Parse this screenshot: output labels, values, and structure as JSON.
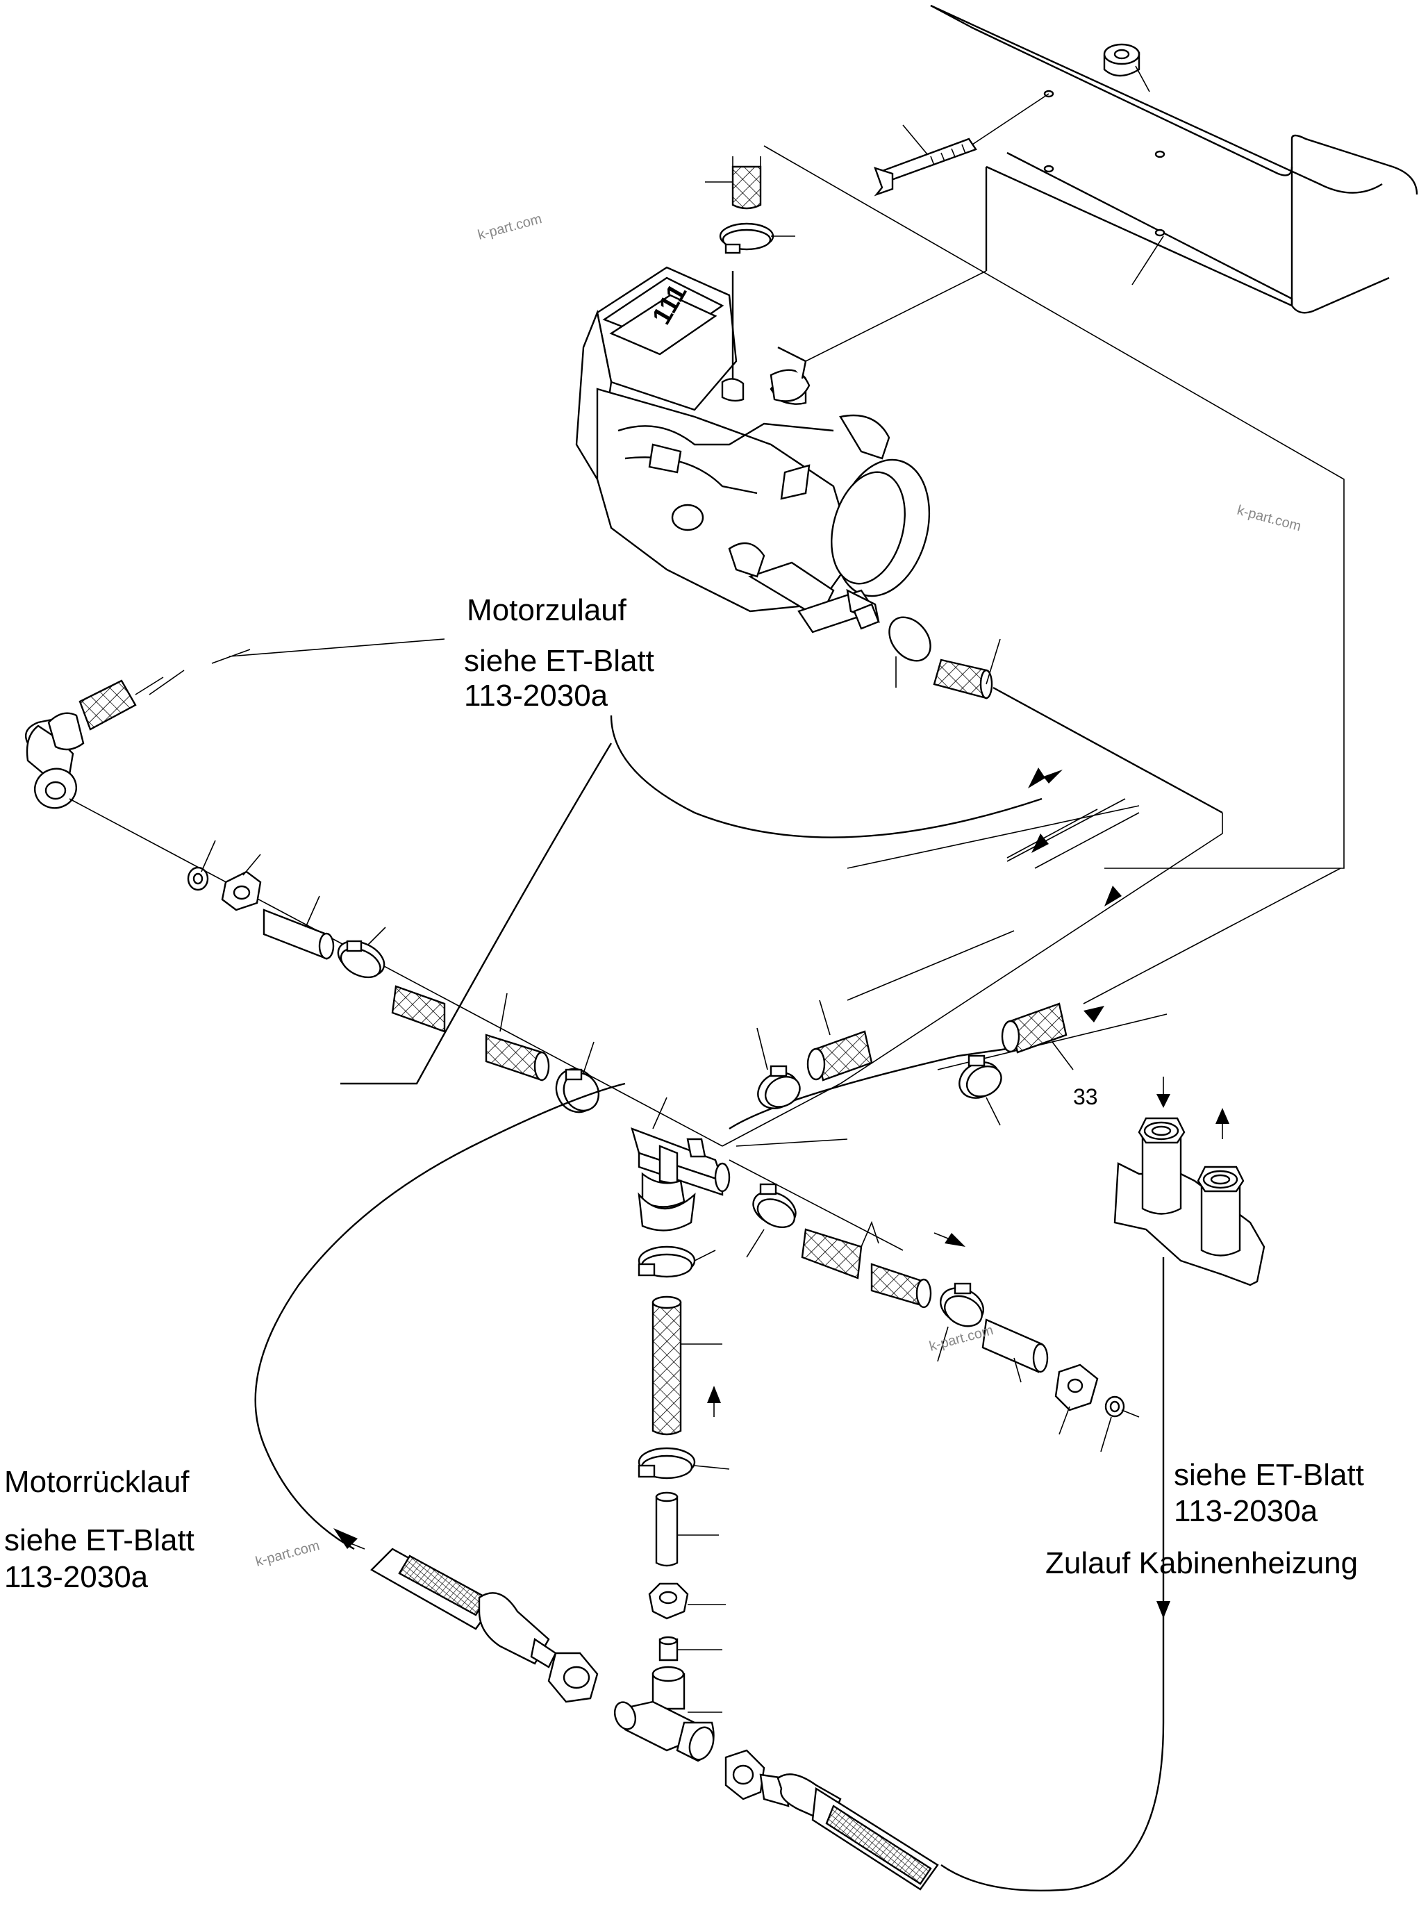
{
  "labels": {
    "motorzulauf": {
      "title": "Motorzulauf",
      "ref_line1": "siehe ET-Blatt",
      "ref_line2": "113-2030a"
    },
    "motorruecklauf": {
      "title": "Motorrücklauf",
      "ref_line1": "siehe ET-Blatt",
      "ref_line2": "113-2030a"
    },
    "kabinenheizung": {
      "ref_line1": "siehe ET-Blatt",
      "ref_line2": "113-2030a",
      "title": "Zulauf Kabinenheizung"
    }
  },
  "part_numbers": {
    "hose_33": "33"
  },
  "heater_display_text": "111",
  "watermarks": [
    "k-part.com",
    "k-part.com",
    "k-part.com",
    "k-part.com"
  ]
}
